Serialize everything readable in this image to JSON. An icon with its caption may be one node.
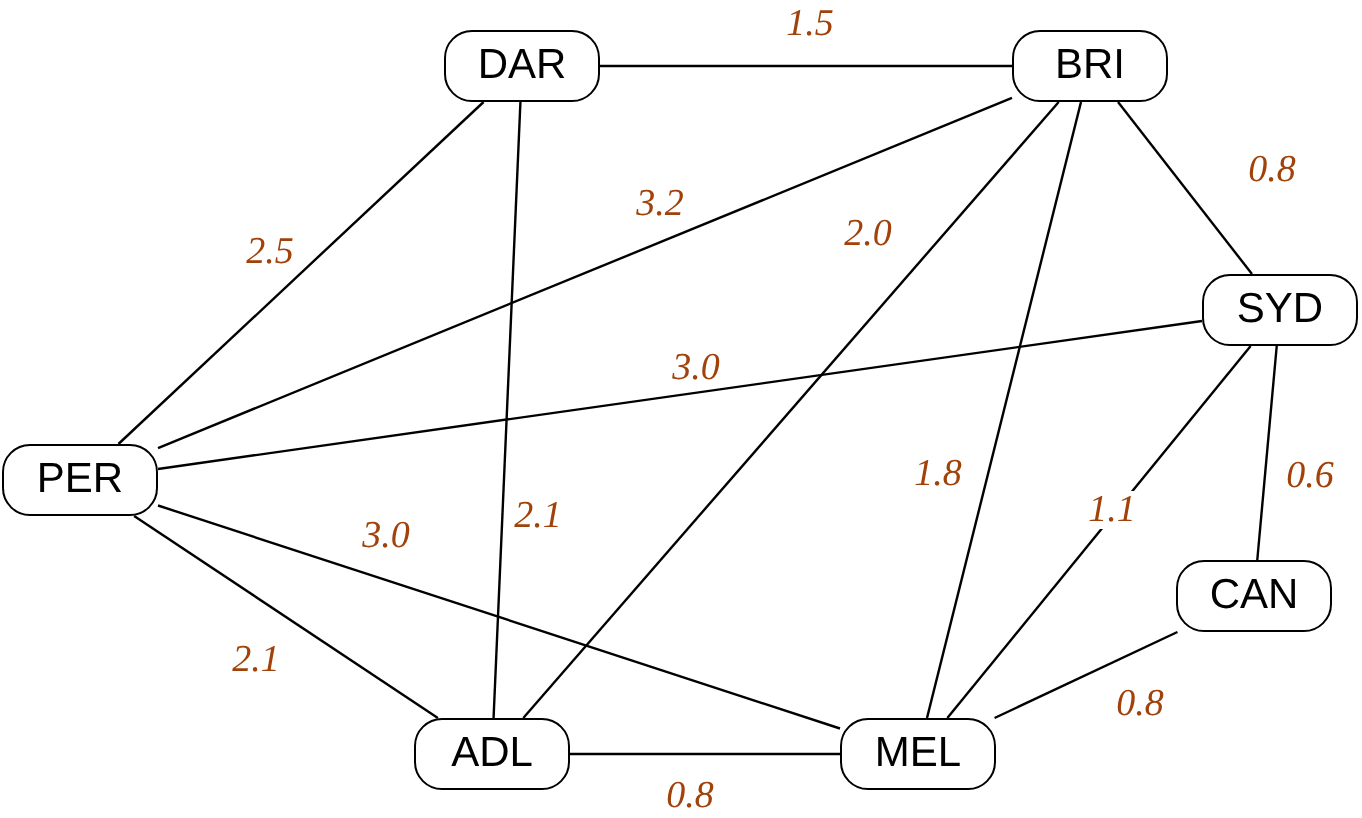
{
  "diagram": {
    "nodes": [
      {
        "text": [
          "DAR"
        ]
      },
      {
        "text": [
          "BRI"
        ]
      },
      {
        "text": [
          "SYD"
        ]
      },
      {
        "text": [
          "PER"
        ]
      },
      {
        "text": [
          "CAN"
        ]
      },
      {
        "text": [
          "ADL"
        ]
      },
      {
        "text": [
          "MEL"
        ]
      }
    ],
    "edges": [
      {
        "from": 0,
        "to": 1,
        "arrow": "none",
        "label": "1.5"
      },
      {
        "from": 1,
        "to": 2,
        "arrow": "none",
        "label": "0.8"
      },
      {
        "from": 3,
        "to": 0,
        "arrow": "none",
        "label": "2.5"
      },
      {
        "from": 3,
        "to": 1,
        "arrow": "none",
        "label": "3.2"
      },
      {
        "from": 1,
        "to": 5,
        "arrow": "none",
        "label": "2.0"
      },
      {
        "from": 3,
        "to": 2,
        "arrow": "none",
        "label": "3.0"
      },
      {
        "from": 0,
        "to": 5,
        "arrow": "none",
        "label": "2.1"
      },
      {
        "from": 1,
        "to": 6,
        "arrow": "none",
        "label": "1.8"
      },
      {
        "from": 2,
        "to": 6,
        "arrow": "none",
        "label": "1.1"
      },
      {
        "from": 2,
        "to": 4,
        "arrow": "none",
        "label": "0.6"
      },
      {
        "from": 3,
        "to": 6,
        "arrow": "none",
        "label": "3.0"
      },
      {
        "from": 3,
        "to": 5,
        "arrow": "none",
        "label": "2.1"
      },
      {
        "from": 4,
        "to": 6,
        "arrow": "none",
        "label": "0.8"
      },
      {
        "from": 5,
        "to": 6,
        "arrow": "none",
        "label": "0.8"
      }
    ]
  }
}
